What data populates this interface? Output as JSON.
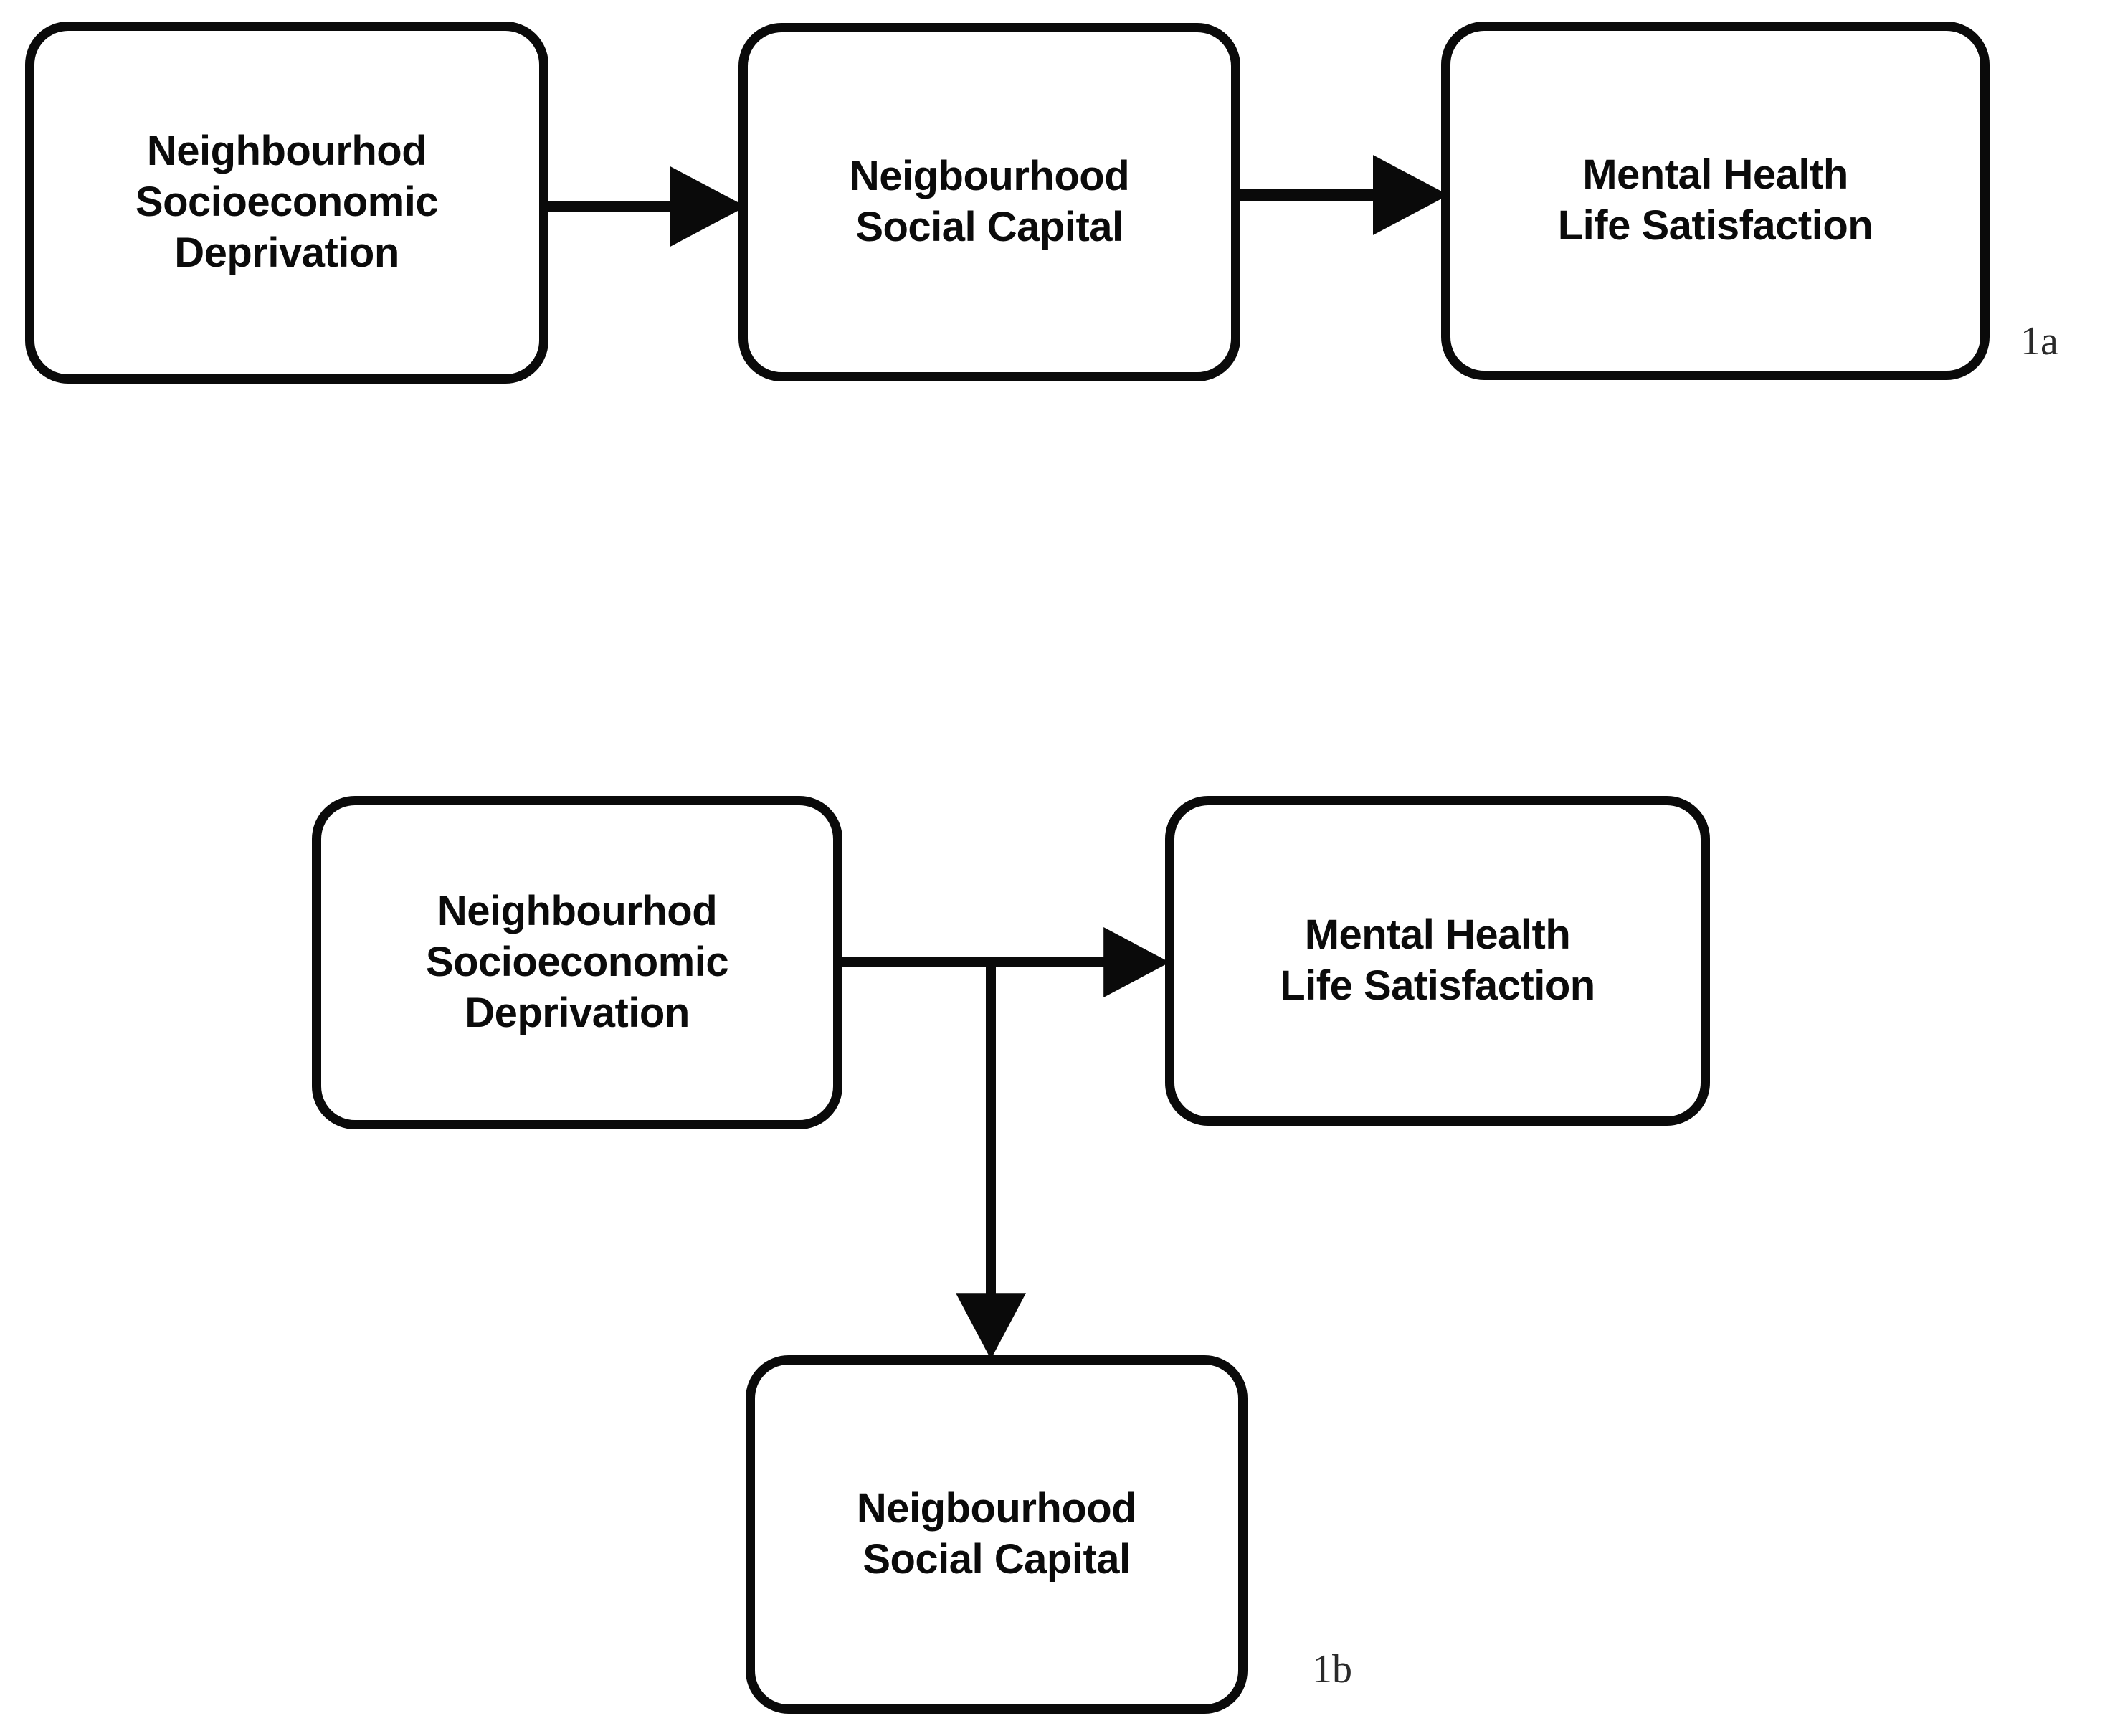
{
  "figure": {
    "title": "Conceptual mediation models linking neighbourhood socioeconomic deprivation, neighbourhood social capital, and mental health / life satisfaction",
    "background_color": "#ffffff",
    "line_color": "#0a0a0a",
    "text_color": "#0b0b0b"
  },
  "panels": [
    {
      "tag": "1a",
      "nodes": [
        {
          "id": "dep-a",
          "label": "Neighbourhod\nSocioeconomic\nDeprivation"
        },
        {
          "id": "cap-a",
          "label": "Neigbourhood\nSocial Capital"
        },
        {
          "id": "mh-a",
          "label": "Mental Health\nLife Satisfaction"
        }
      ],
      "edges": [
        {
          "from": "dep-a",
          "to": "cap-a",
          "direction": "right"
        },
        {
          "from": "cap-a",
          "to": "mh-a",
          "direction": "right"
        }
      ]
    },
    {
      "tag": "1b",
      "nodes": [
        {
          "id": "dep-b",
          "label": "Neighbourhod\nSocioeconomic\nDeprivation"
        },
        {
          "id": "mh-b",
          "label": "Mental Health\nLife Satisfaction"
        },
        {
          "id": "cap-b",
          "label": "Neigbourhood\nSocial Capital"
        }
      ],
      "edges": [
        {
          "from": "dep-b",
          "to": "mh-b",
          "direction": "right"
        },
        {
          "from": "dep-b",
          "to": "cap-b",
          "direction": "down"
        }
      ]
    }
  ],
  "chart_data": {
    "type": "diagram",
    "diagram_kind": "path-model",
    "nodes": [
      "Neighbourhod Socioeconomic Deprivation",
      "Neigbourhood Social Capital",
      "Mental Health Life Satisfaction"
    ],
    "panel_1a_paths": [
      [
        "Neighbourhod Socioeconomic Deprivation",
        "Neigbourhood Social Capital"
      ],
      [
        "Neigbourhood Social Capital",
        "Mental Health Life Satisfaction"
      ]
    ],
    "panel_1b_paths": [
      [
        "Neighbourhod Socioeconomic Deprivation",
        "Mental Health Life Satisfaction"
      ],
      [
        "Neighbourhod Socioeconomic Deprivation",
        "Neigbourhood Social Capital"
      ]
    ],
    "panel_labels": [
      "1a",
      "1b"
    ]
  }
}
